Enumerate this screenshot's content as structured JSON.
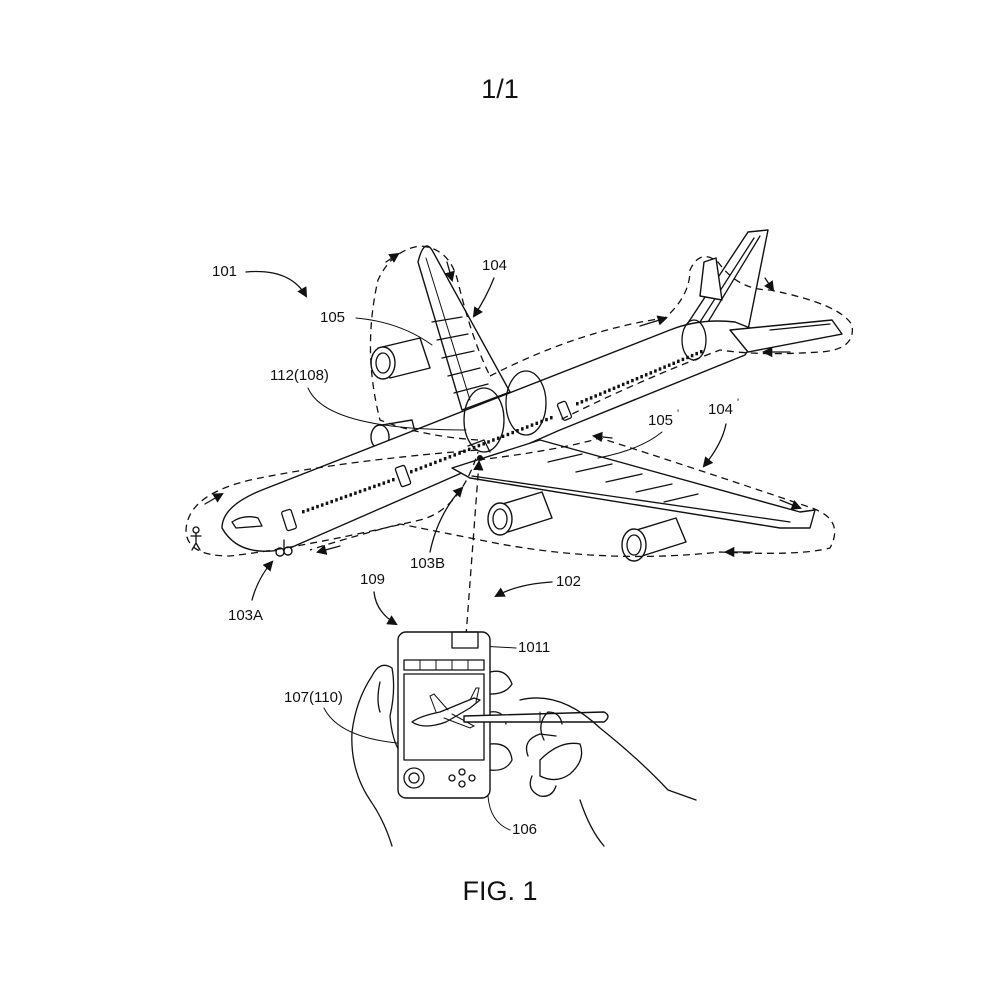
{
  "sheet_number": "1/1",
  "figure_caption": "FIG. 1",
  "labels": {
    "l101": "101",
    "l104": "104",
    "l105": "105",
    "l112": "112(108)",
    "l105p": "105",
    "l104p": "104",
    "l103b": "103B",
    "l103a": "103A",
    "l109": "109",
    "l102": "102",
    "l1011": "1011",
    "l107": "107(110)",
    "l106": "106"
  },
  "prime_mark": "'"
}
